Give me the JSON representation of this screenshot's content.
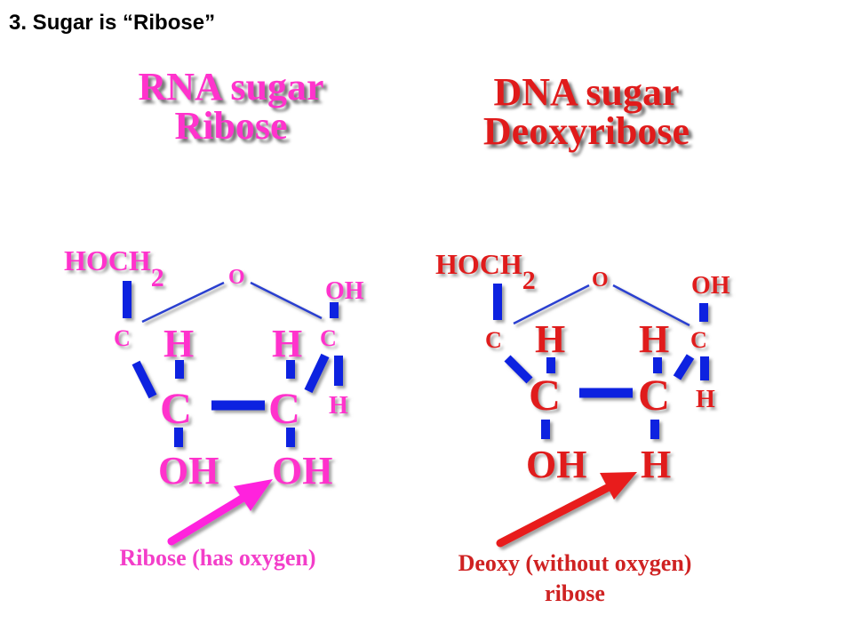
{
  "slide_title": "3. Sugar is “Ribose”",
  "colors": {
    "rna_text": "#ff33cc",
    "dna_text": "#e01b1b",
    "bond": "#1020e0",
    "bond_thin": "#2a3fd0",
    "rna_arrow": "#ff22dd",
    "dna_arrow": "#e81c1c"
  },
  "rna": {
    "heading_line1": "RNA sugar",
    "heading_line2": "Ribose",
    "hoch": "HOCH",
    "sub": "2",
    "ring_o": "O",
    "c1_oh": "OH",
    "c_left": "C",
    "c_right": "C",
    "h_left": "H",
    "h_right": "H",
    "c1_h": "H",
    "c_bottom_left": "C",
    "c_bottom_right": "C",
    "oh_left": "OH",
    "oh_right": "OH",
    "caption": "Ribose (has oxygen)"
  },
  "dna": {
    "heading_line1": "DNA sugar",
    "heading_line2": "Deoxyribose",
    "hoch": "HOCH",
    "sub": "2",
    "ring_o": "O",
    "c1_oh": "OH",
    "c_left": "C",
    "c_right": "C",
    "h_left": "H",
    "h_right": "H",
    "c1_h": "H",
    "c_bottom_left": "C",
    "c_bottom_right": "C",
    "oh_left": "OH",
    "h_bottom": "H",
    "caption_line1": "Deoxy (without oxygen)",
    "caption_line2": "ribose"
  }
}
